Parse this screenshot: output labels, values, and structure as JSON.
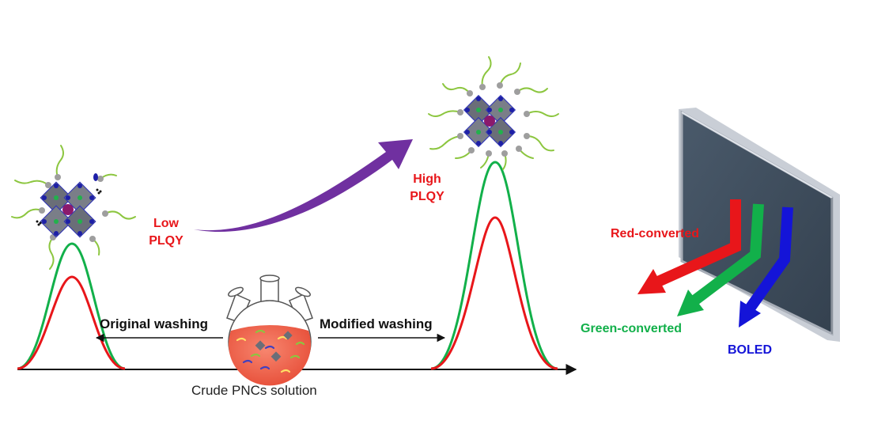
{
  "labels": {
    "low_plqy_line1": "Low",
    "low_plqy_line2": "PLQY",
    "high_plqy_line1": "High",
    "high_plqy_line2": "PLQY",
    "original_washing": "Original washing",
    "modified_washing": "Modified washing",
    "axis_caption": "Crude PNCs solution",
    "red_converted": "Red-converted",
    "green_converted": "Green-converted",
    "boled": "BOLED"
  },
  "colors": {
    "red": "#e8161a",
    "green": "#12b04a",
    "blue": "#1414d8",
    "purple": "#7030a0",
    "ligand": "#8cc63f",
    "octahedron": "#6a6e78",
    "halide": "#2b2fb8",
    "panel": "#3e4d5e",
    "flask_solution": "#f06850"
  },
  "icons": {
    "left_crystal": "perovskite-nanocrystal-icon",
    "right_crystal": "perovskite-nanocrystal-icon",
    "flask": "three-neck-flask-icon",
    "panel": "oled-panel-icon"
  }
}
